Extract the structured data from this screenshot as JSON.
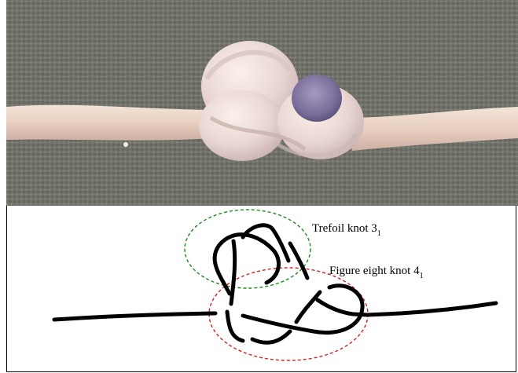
{
  "photo": {
    "subject": "umbilical-cord-knot-photo"
  },
  "diagram": {
    "labels": {
      "trefoil": {
        "text": "Trefoil knot 3",
        "subscript": "1"
      },
      "figure_eight": {
        "text": "Figure eight knot 4",
        "subscript": "1"
      }
    },
    "colors": {
      "trefoil_outline": "#1a8a1a",
      "figure_eight_outline": "#d02020",
      "cord": "#000000"
    }
  }
}
